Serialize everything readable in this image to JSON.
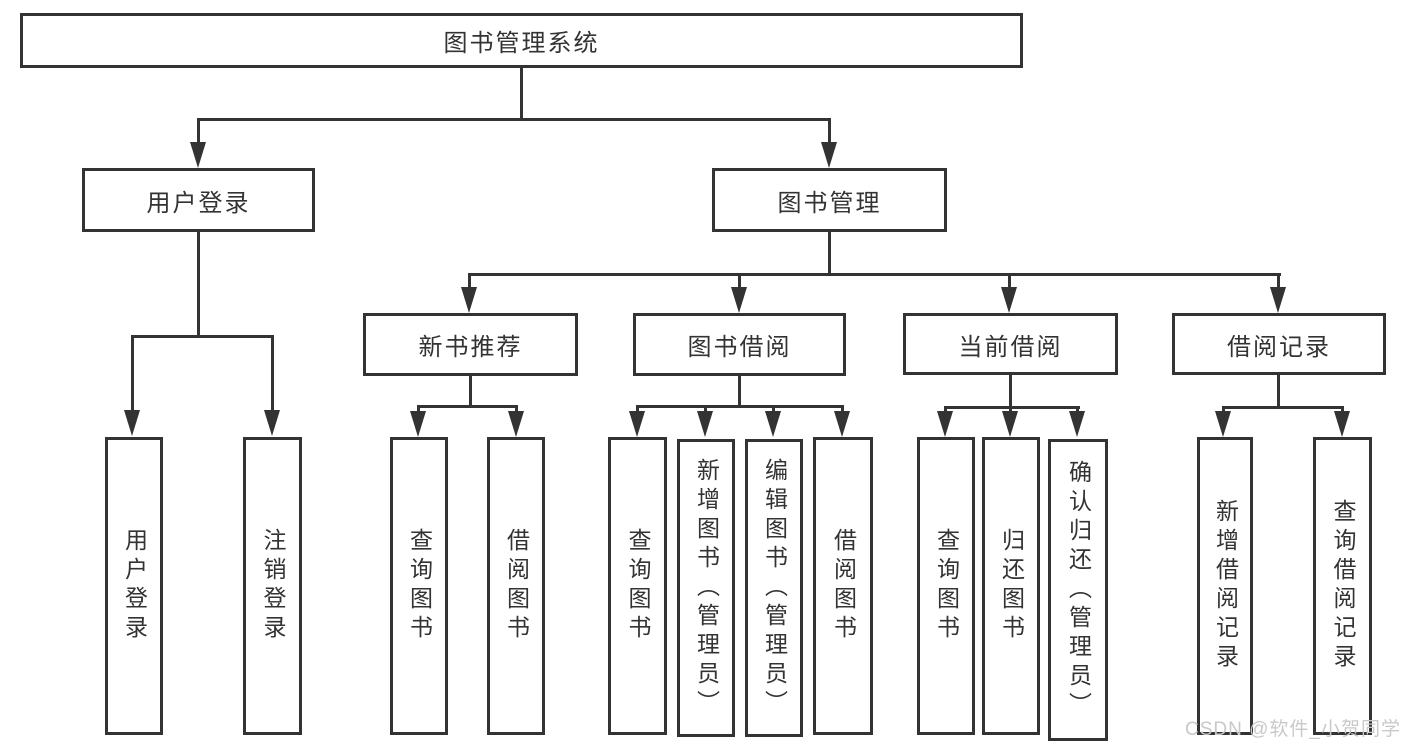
{
  "diagram": {
    "nodes": {
      "root": {
        "label": "图书管理系统"
      },
      "user_login": {
        "label": "用户登录"
      },
      "book_manage": {
        "label": "图书管理"
      },
      "new_book_recommend": {
        "label": "新书推荐"
      },
      "book_borrow": {
        "label": "图书借阅"
      },
      "current_borrow": {
        "label": "当前借阅"
      },
      "borrow_records": {
        "label": "借阅记录"
      },
      "leaf_user_login": {
        "label": "用户登录"
      },
      "leaf_logout": {
        "label": "注销登录"
      },
      "leaf_query_book_1": {
        "label": "查询图书"
      },
      "leaf_borrow_book_1": {
        "label": "借阅图书"
      },
      "leaf_query_book_2": {
        "label": "查询图书"
      },
      "leaf_add_book": {
        "label": "新增图书（管理员）"
      },
      "leaf_edit_book": {
        "label": "编辑图书（管理员）"
      },
      "leaf_borrow_book_2": {
        "label": "借阅图书"
      },
      "leaf_query_book_3": {
        "label": "查询图书"
      },
      "leaf_return_book": {
        "label": "归还图书"
      },
      "leaf_confirm_return": {
        "label": "确认归还（管理员）"
      },
      "leaf_add_record": {
        "label": "新增借阅记录"
      },
      "leaf_query_record": {
        "label": "查询借阅记录"
      }
    },
    "hierarchy": {
      "图书管理系统": [
        "用户登录",
        "图书管理"
      ],
      "用户登录": [
        "用户登录",
        "注销登录"
      ],
      "图书管理": [
        "新书推荐",
        "图书借阅",
        "当前借阅",
        "借阅记录"
      ],
      "新书推荐": [
        "查询图书",
        "借阅图书"
      ],
      "图书借阅": [
        "查询图书",
        "新增图书（管理员）",
        "编辑图书（管理员）",
        "借阅图书"
      ],
      "当前借阅": [
        "查询图书",
        "归还图书",
        "确认归还（管理员）"
      ],
      "借阅记录": [
        "新增借阅记录",
        "查询借阅记录"
      ]
    }
  },
  "watermark": {
    "text": "CSDN @软件_小贺同学"
  },
  "colors": {
    "line": "#333333",
    "node_text": "#333333",
    "node_background": "#ffffff",
    "watermark": "#c9c9c9",
    "background": "#ffffff"
  }
}
